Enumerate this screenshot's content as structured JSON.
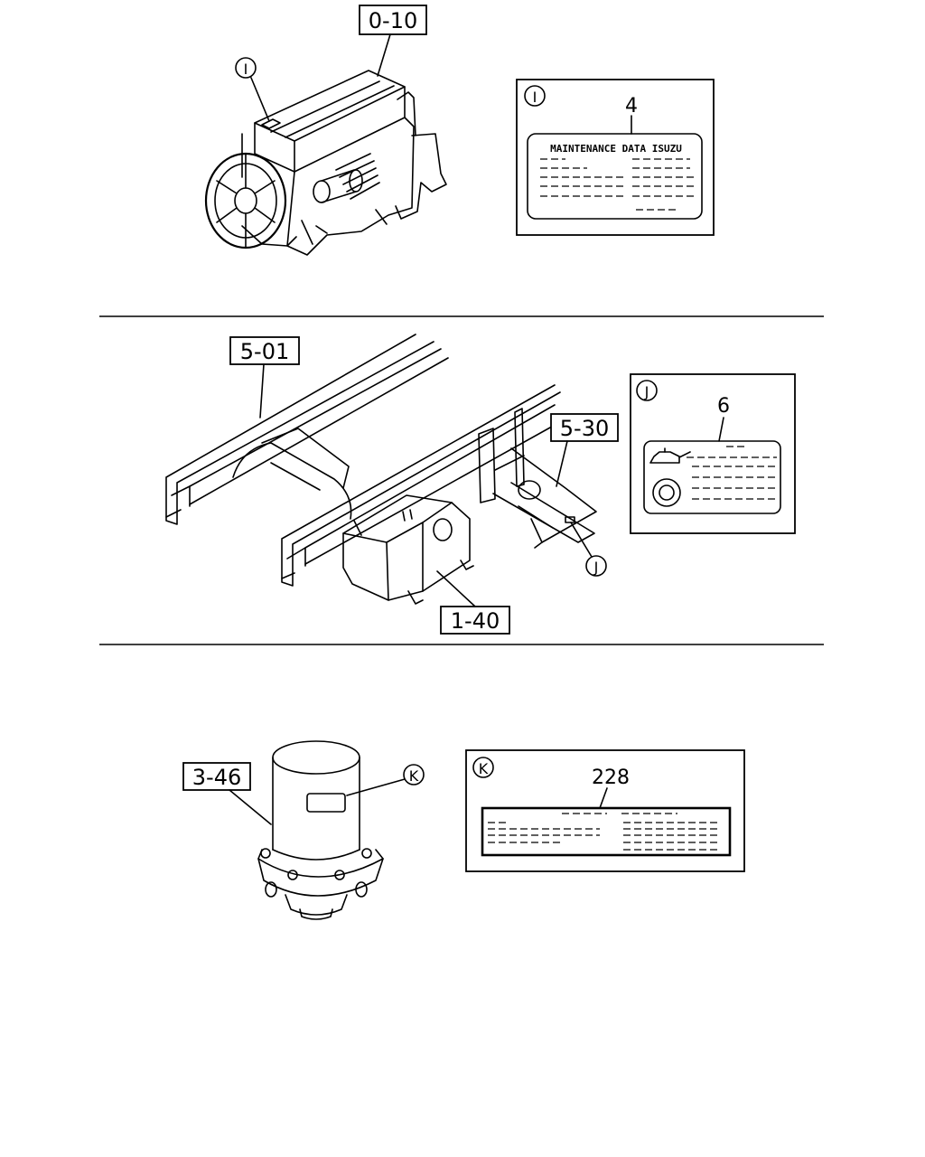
{
  "callouts": {
    "engine": "0-10",
    "frame": "5-01",
    "hitch": "5-30",
    "fuel_tank": "1-40",
    "air_dryer": "3-46"
  },
  "markers": {
    "i": "I",
    "j": "J",
    "k": "K"
  },
  "labels": {
    "i": {
      "part_number": "4",
      "text": "MAINTENANCE DATA ISUZU"
    },
    "j": {
      "part_number": "6"
    },
    "k": {
      "part_number": "228"
    }
  }
}
